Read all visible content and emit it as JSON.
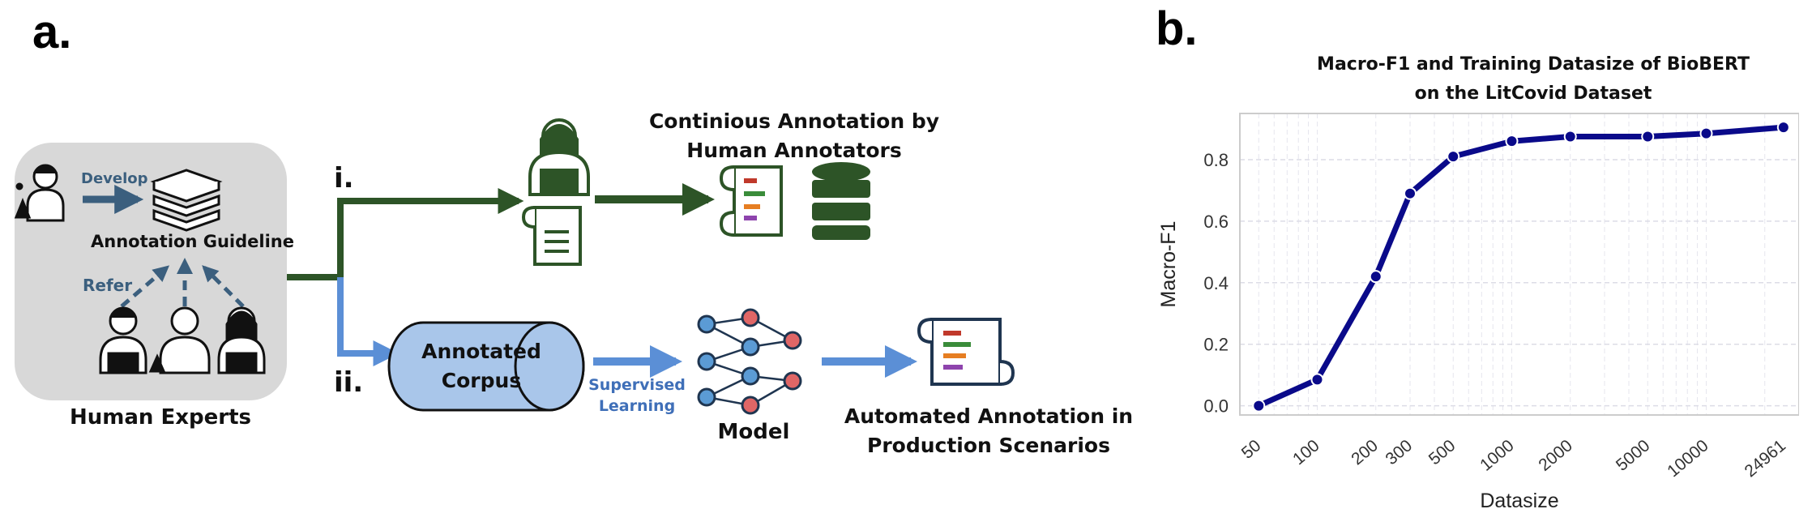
{
  "panel_a": {
    "label": "a.",
    "develop_label": "Develop",
    "guideline_label": "Annotation Guideline",
    "refer_label": "Refer",
    "experts_label": "Human Experts",
    "branch_i": "i.",
    "branch_ii": "ii.",
    "continuous_line1": "Continious Annotation by",
    "continuous_line2": "Human Annotators",
    "corpus_line1": "Annotated",
    "corpus_line2": "Corpus",
    "supervised_line1": "Supervised",
    "supervised_line2": "Learning",
    "model_label": "Model",
    "automated_line1": "Automated Annotation in",
    "automated_line2": "Production Scenarios",
    "colors": {
      "dark_green": "#2d5427",
      "light_blue": "#5b8fd6",
      "steel_blue": "#3b5f7e",
      "navy": "#1f3550",
      "box_gray": "#d8d8d8",
      "cylinder_fill": "#a9c6ea"
    }
  },
  "panel_b": {
    "label": "b."
  },
  "chart_data": {
    "type": "line",
    "title": "Macro-F1 and Training Datasize of BioBERT on the LitCovid Dataset",
    "title_line1": "Macro-F1 and Training Datasize of BioBERT",
    "title_line2": "on the LitCovid Dataset",
    "xlabel": "Datasize",
    "ylabel": "Macro-F1",
    "x_scale": "log",
    "x": [
      50,
      100,
      200,
      300,
      500,
      1000,
      2000,
      5000,
      10000,
      24961
    ],
    "x_tick_labels": [
      "50",
      "100",
      "200",
      "300",
      "500",
      "1000",
      "2000",
      "5000",
      "10000",
      "24961"
    ],
    "values": [
      0.0,
      0.085,
      0.42,
      0.69,
      0.81,
      0.86,
      0.875,
      0.875,
      0.885,
      0.905
    ],
    "y_ticks": [
      0.0,
      0.2,
      0.4,
      0.6,
      0.8
    ],
    "y_tick_labels": [
      "0.0",
      "0.2",
      "0.4",
      "0.6",
      "0.8"
    ],
    "ylim": [
      -0.03,
      0.95
    ],
    "xlim": [
      40,
      30000
    ],
    "grid": true,
    "line_color": "#0a0a8a"
  }
}
